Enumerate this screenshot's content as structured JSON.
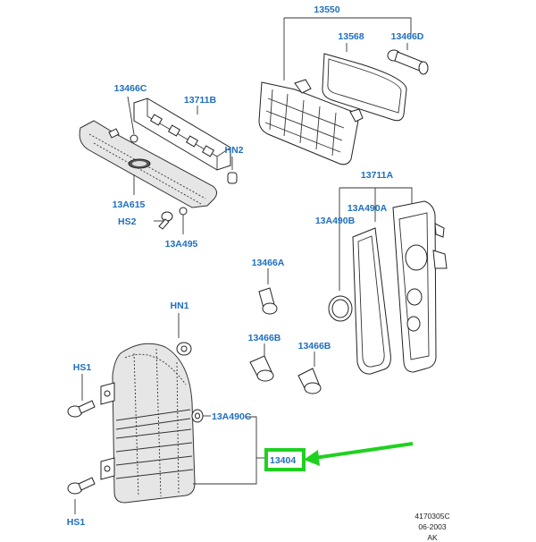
{
  "labels": {
    "p13550": "13550",
    "p13568": "13568",
    "p13466D": "13466D",
    "p13466C": "13466C",
    "p13711B": "13711B",
    "hn2": "HN2",
    "p13A615": "13A615",
    "hs2": "HS2",
    "p13A495": "13A495",
    "p13711A": "13711A",
    "p13A490A": "13A490A",
    "p13A490B": "13A490B",
    "p13466A": "13466A",
    "hn1": "HN1",
    "p13466B_1": "13466B",
    "p13466B_2": "13466B",
    "hs1_top": "HS1",
    "p13A490C": "13A490C",
    "p13404": "13404",
    "hs1_bottom": "HS1"
  },
  "footer": {
    "code": "4170305C",
    "date": "06-2003",
    "suffix": "AK"
  },
  "colors": {
    "label": "#1f6fc0",
    "highlight": "#1fd11f",
    "line": "#333333"
  }
}
